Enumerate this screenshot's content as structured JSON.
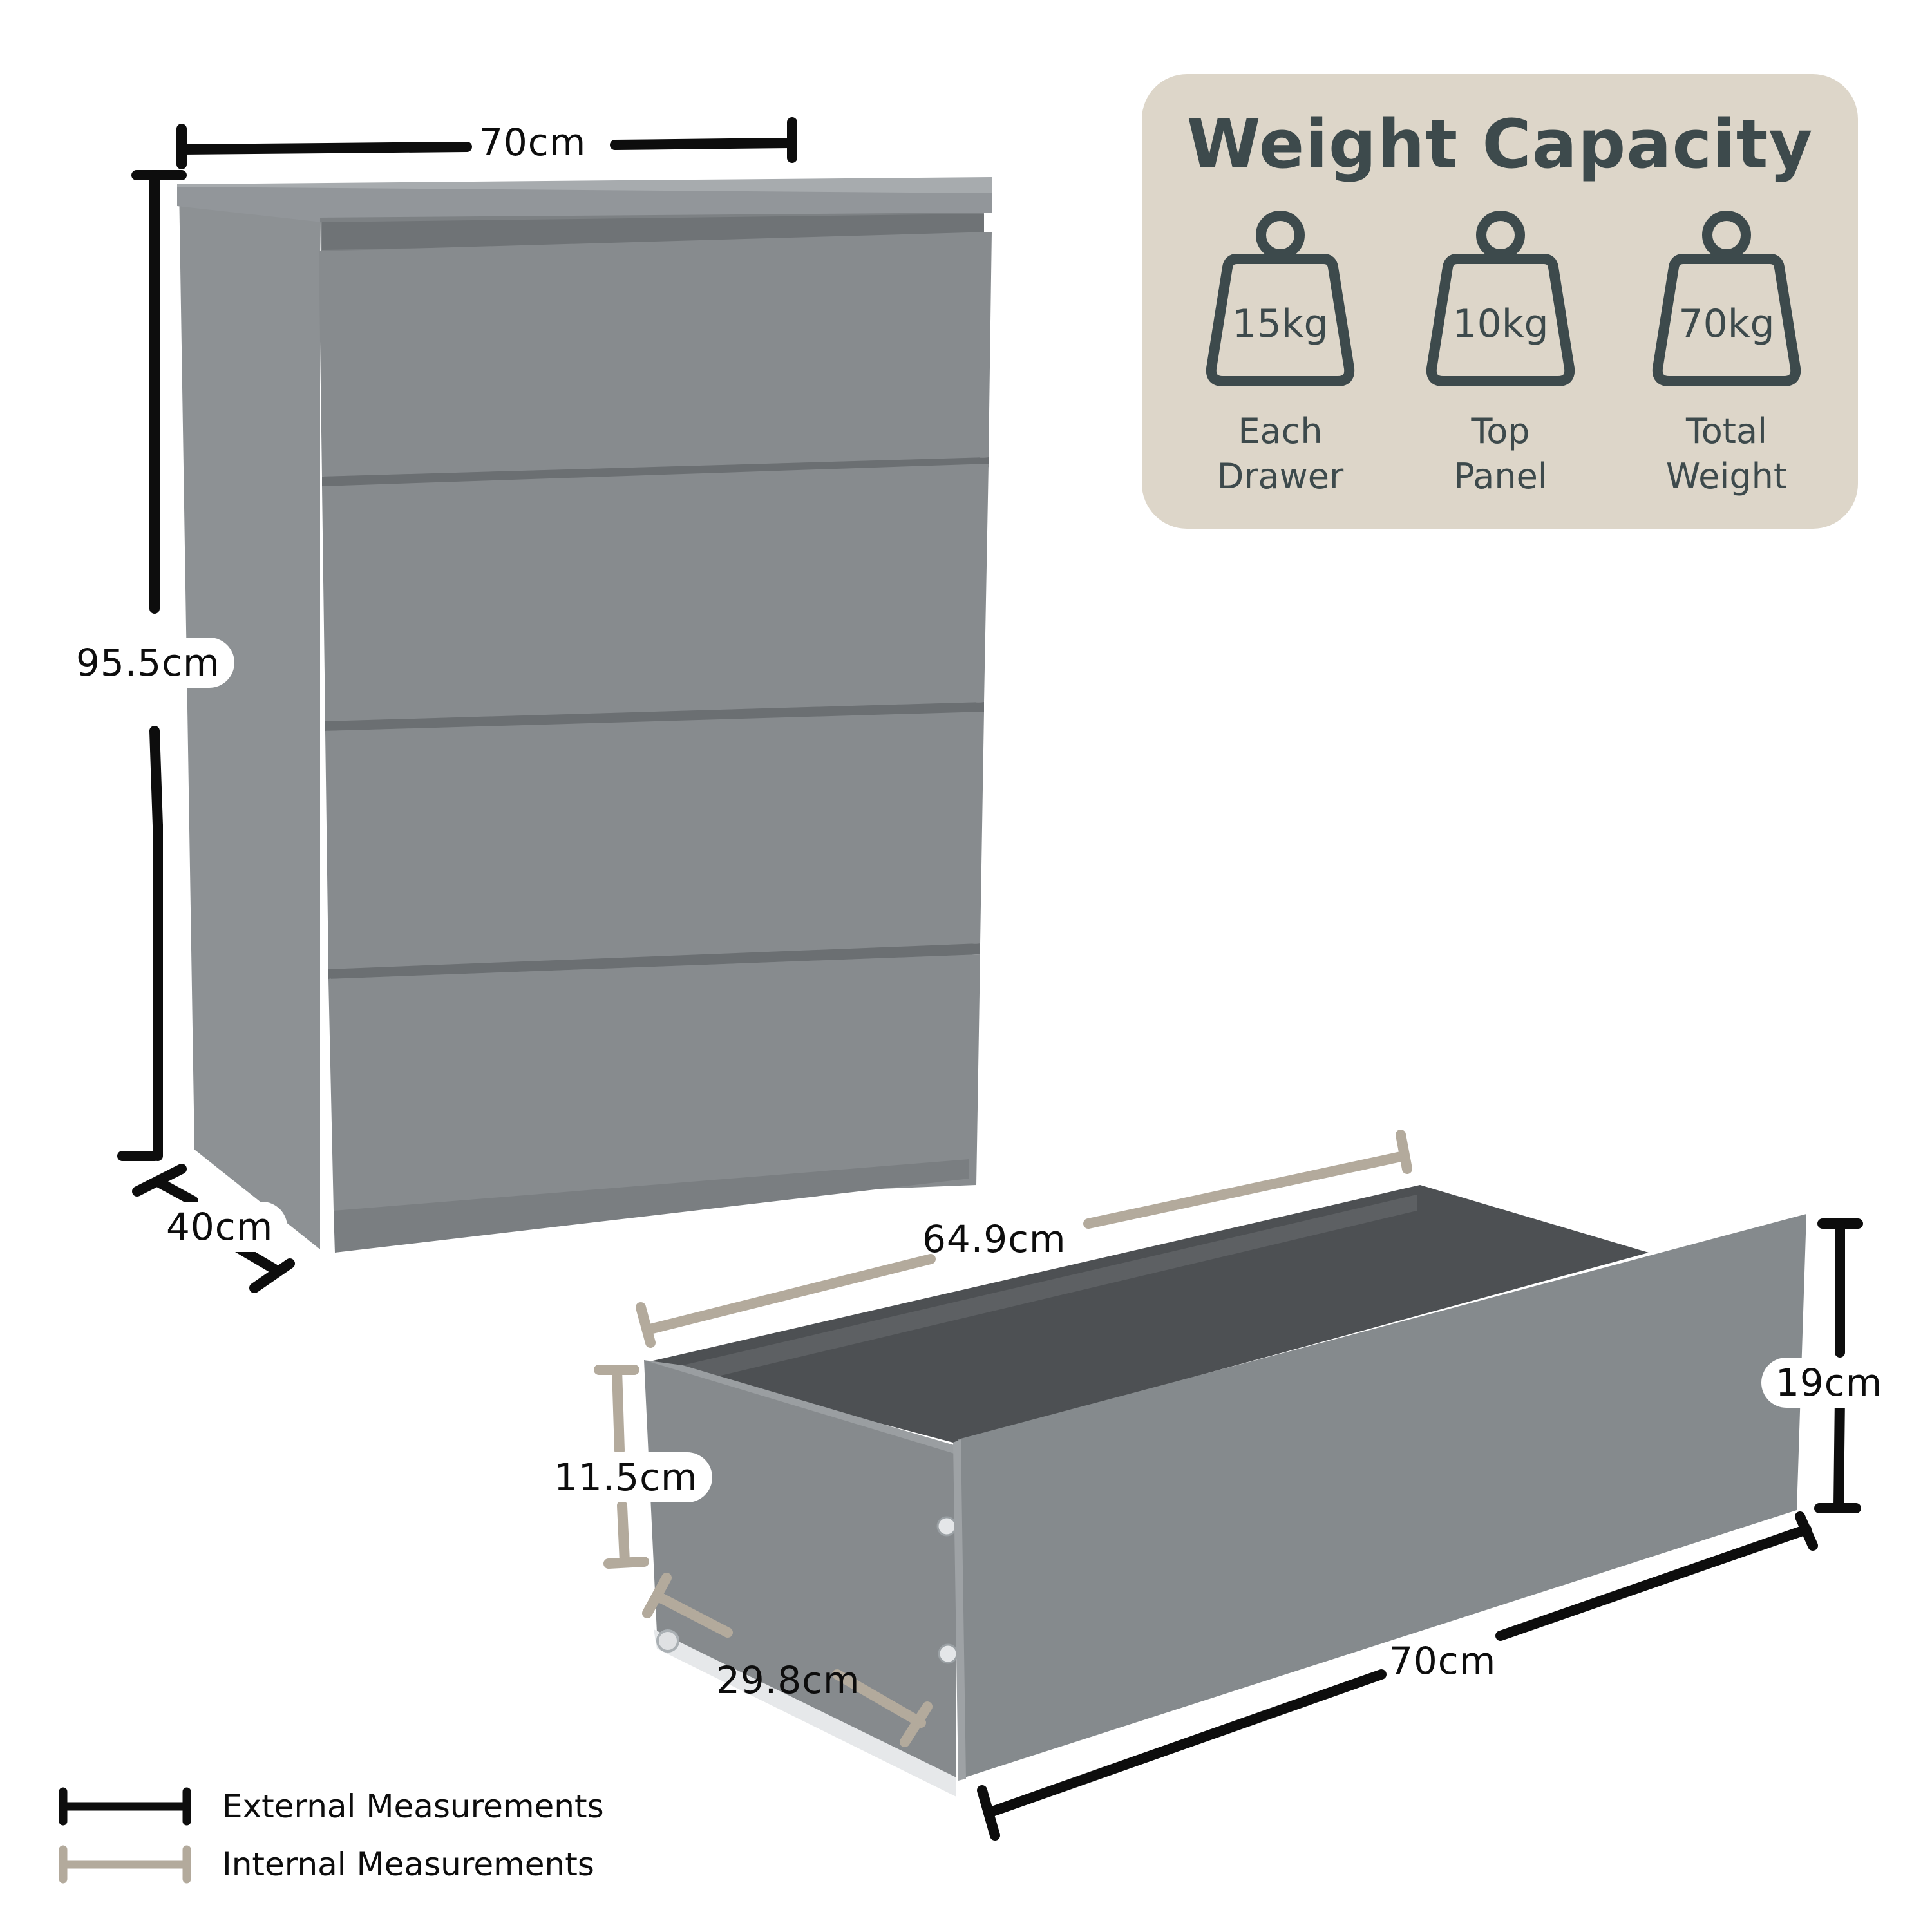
{
  "colors": {
    "external_line": "#0d0d0d",
    "internal_line": "#b3aa9c",
    "furniture_grey": "#868a8d",
    "furniture_dark": "#56595c",
    "card_bg": "#ddd6c9",
    "card_text": "#3d4a4c"
  },
  "chest": {
    "drawer_count": 4,
    "dimensions": {
      "width": "70cm",
      "height": "95.5cm",
      "depth": "40cm"
    }
  },
  "drawer": {
    "dimensions": {
      "internal_length": "64.9cm",
      "internal_height": "11.5cm",
      "internal_depth": "29.8cm",
      "external_height": "19cm",
      "external_width": "70cm"
    }
  },
  "weight_capacity": {
    "title": "Weight Capacity",
    "items": [
      {
        "icon": "weight-icon",
        "value": "15kg",
        "caption_line1": "Each",
        "caption_line2": "Drawer"
      },
      {
        "icon": "weight-icon",
        "value": "10kg",
        "caption_line1": "Top",
        "caption_line2": "Panel"
      },
      {
        "icon": "weight-icon",
        "value": "70kg",
        "caption_line1": "Total",
        "caption_line2": "Weight"
      }
    ]
  },
  "legend": [
    {
      "label": "External Measurements",
      "type": "external"
    },
    {
      "label": "Internal Measurements",
      "type": "internal"
    }
  ]
}
